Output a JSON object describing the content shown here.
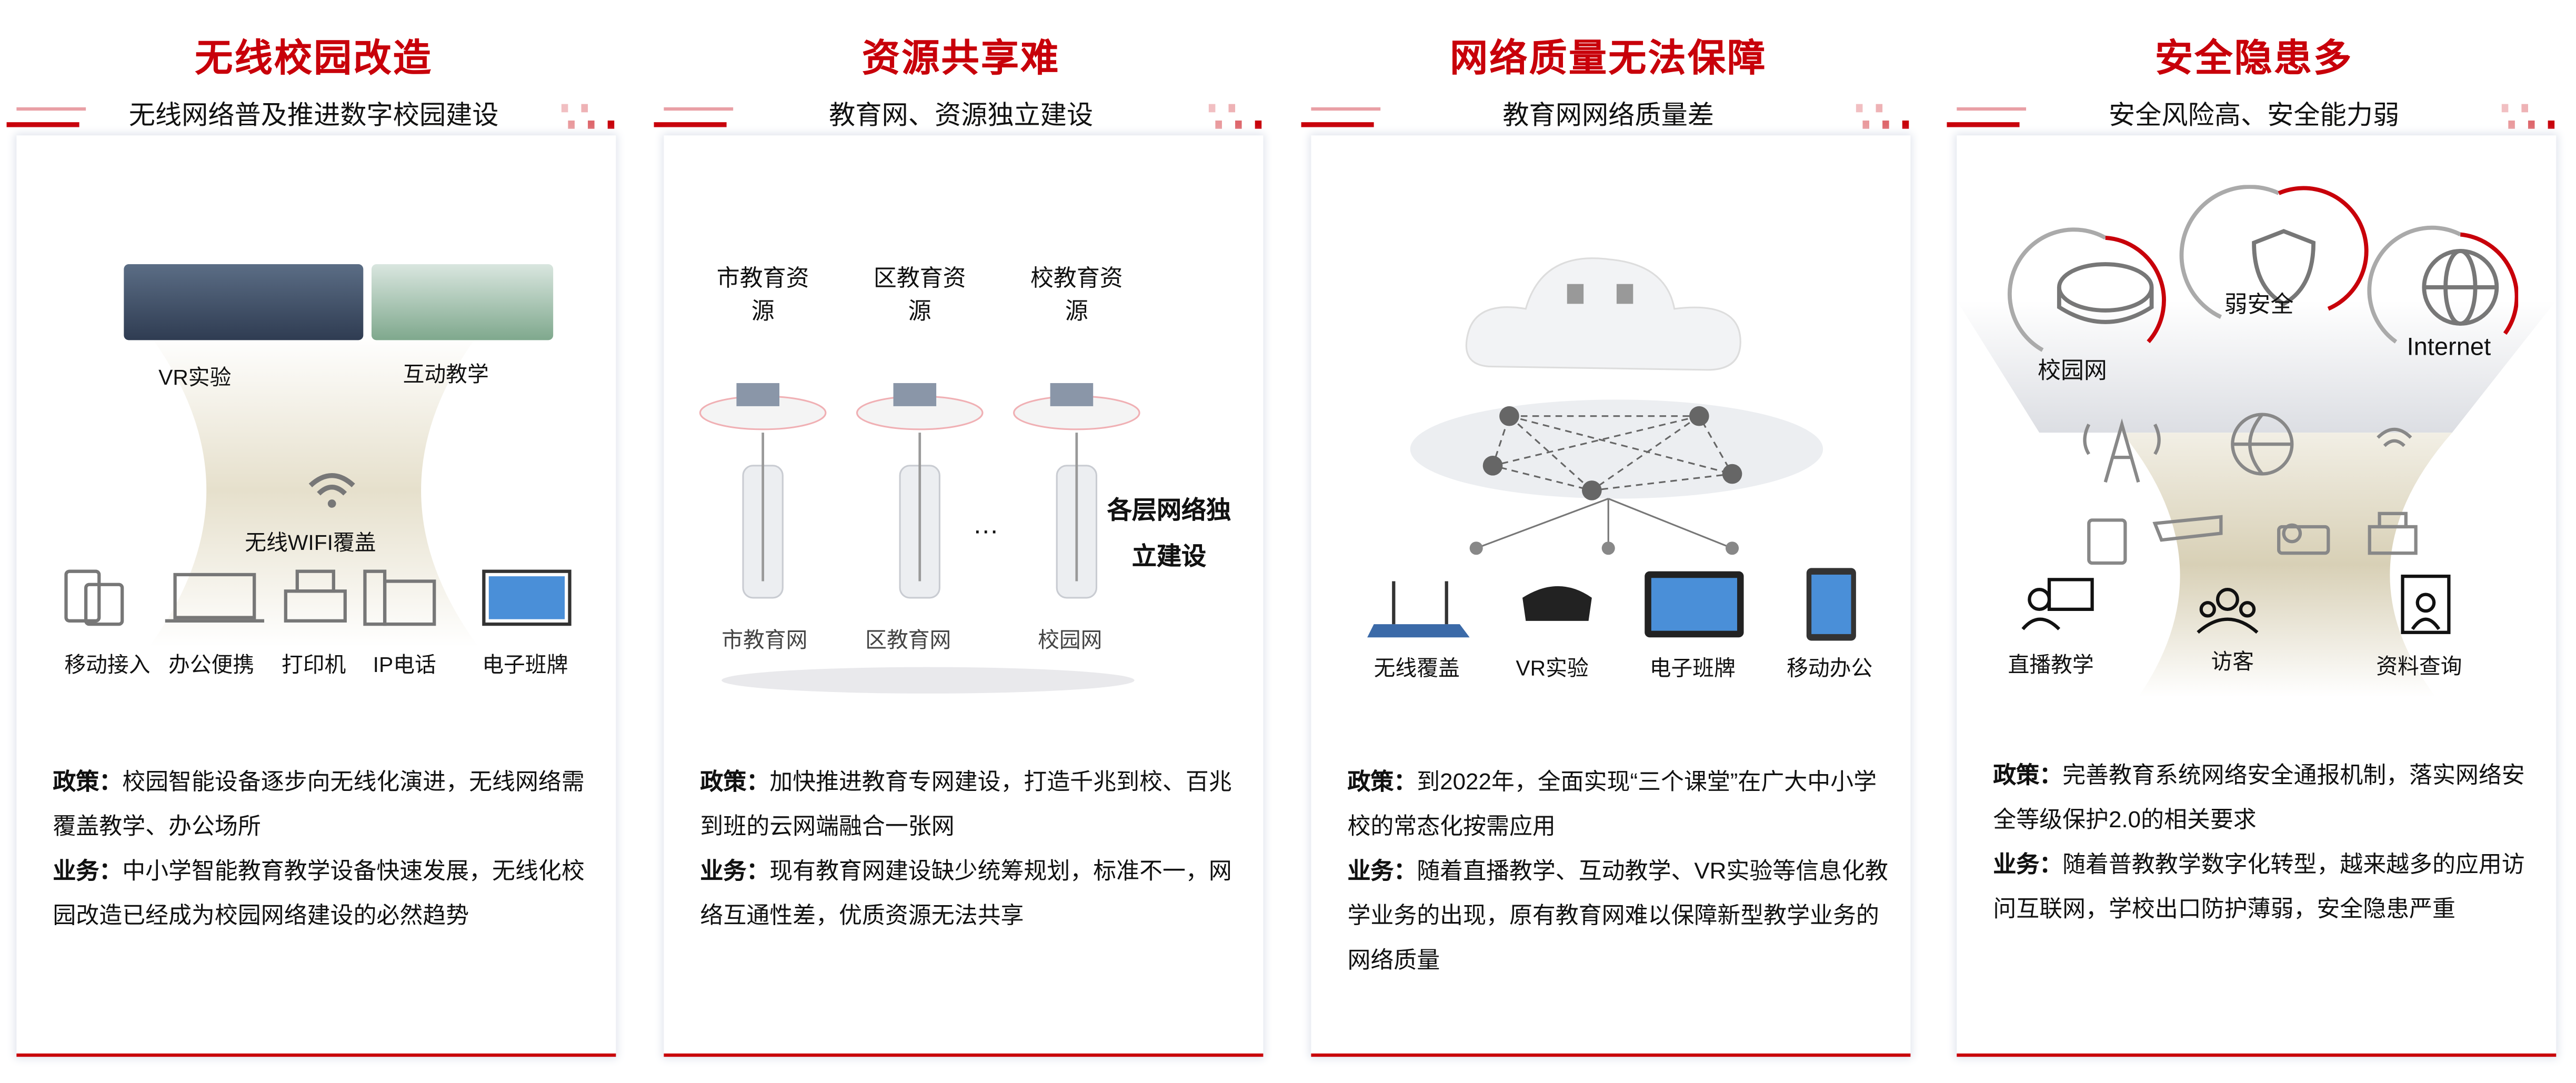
{
  "columns": [
    {
      "title": "无线校园改造",
      "subtitle": "无线网络普及推进数字校园建设",
      "illustration": {
        "photos": [
          "VR实验",
          "互动教学"
        ],
        "center": "无线WIFI覆盖",
        "devices": [
          "移动接入",
          "办公便携",
          "打印机",
          "IP电话",
          "电子班牌"
        ]
      },
      "policy_label": "政策：",
      "policy": "校园智能设备逐步向无线化演进，无线网络需覆盖教学、办公场所",
      "business_label": "业务：",
      "business": "中小学智能教育教学设备快速发展，无线化校园改造已经成为校园网络建设的必然趋势"
    },
    {
      "title": "资源共享难",
      "subtitle": "教育网、资源独立建设",
      "illustration": {
        "resources": [
          "市教育资源",
          "区教育资源",
          "校教育资源"
        ],
        "ellipsis": "…",
        "note": "各层网络独立建设",
        "networks": [
          "市教育网",
          "区教育网",
          "校园网"
        ]
      },
      "policy_label": "政策：",
      "policy": "加快推进教育专网建设，打造千兆到校、百兆到班的云网端融合一张网",
      "business_label": "业务：",
      "business": "现有教育网建设缺少统筹规划，标准不一，网络互通性差，优质资源无法共享"
    },
    {
      "title": "网络质量无法保障",
      "subtitle": "教育网网络质量差",
      "illustration": {
        "devices": [
          "无线覆盖",
          "VR实验",
          "电子班牌",
          "移动办公"
        ]
      },
      "policy_label": "政策：",
      "policy": "到2022年，全面实现“三个课堂”在广大中小学校的常态化按需应用",
      "business_label": "业务：",
      "business": "随着直播教学、互动教学、VR实验等信息化教学业务的出现，原有教育网难以保障新型教学业务的网络质量"
    },
    {
      "title": "安全隐患多",
      "subtitle": "安全风险高、安全能力弱",
      "illustration": {
        "top": [
          "校园网",
          "弱安全",
          "Internet"
        ],
        "bottom": [
          "直播教学",
          "访客",
          "资料查询"
        ]
      },
      "policy_label": "政策：",
      "policy": "完善教育系统网络安全通报机制，落实网络安全等级保护2.0的相关要求",
      "business_label": "业务：",
      "business": "随着普教教学数字化转型，越来越多的应用访问互联网，学校出口防护薄弱，安全隐患严重"
    }
  ],
  "colors": {
    "accent": "#c8000a",
    "text": "#111111"
  }
}
